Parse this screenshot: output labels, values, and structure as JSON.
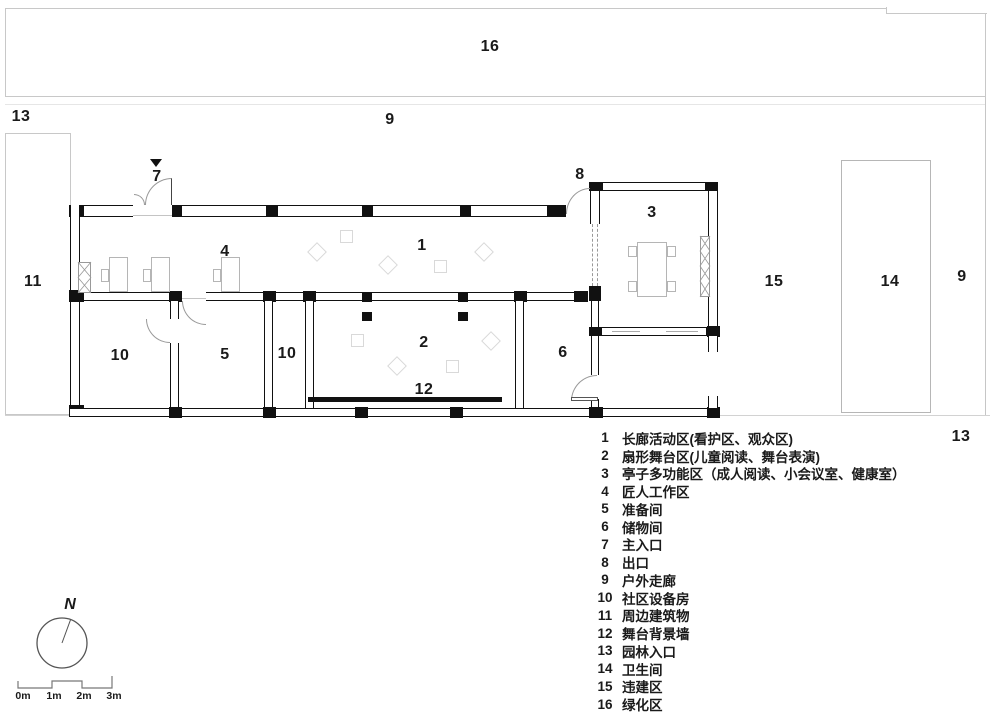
{
  "colors": {
    "wall": "#111111",
    "site_outline": "#c8c8c8",
    "door_arc": "#999999",
    "furniture_outline": "#b5b5b5",
    "decor_outline": "#d9d9d9",
    "text": "#1a1a1a"
  },
  "plan": {
    "north": "N",
    "labels": {
      "greening_top": "16",
      "garden_entrance_top": "13",
      "outdoor_corridor_top": "9",
      "main_entrance": "7",
      "exit": "8",
      "pavilion": "3",
      "surrounding_building": "11",
      "craftsman_area": "4",
      "corridor_activity": "1",
      "illegal_build_area": "15",
      "toilet": "14",
      "outdoor_corridor_right": "9",
      "equipment_room_left": "10",
      "prep_room": "5",
      "equipment_room_small": "10",
      "stage_area": "2",
      "storage_room": "6",
      "stage_back_wall": "12",
      "garden_entrance_bottom": "13"
    }
  },
  "legend": {
    "items": [
      {
        "num": "1",
        "label": "长廊活动区(看护区、观众区)"
      },
      {
        "num": "2",
        "label": "扇形舞台区(儿童阅读、舞台表演)"
      },
      {
        "num": "3",
        "label": "亭子多功能区（成人阅读、小会议室、健康室）"
      },
      {
        "num": "4",
        "label": "匠人工作区"
      },
      {
        "num": "5",
        "label": "准备间"
      },
      {
        "num": "6",
        "label": "储物间"
      },
      {
        "num": "7",
        "label": "主入口"
      },
      {
        "num": "8",
        "label": "出口"
      },
      {
        "num": "9",
        "label": "户外走廊"
      },
      {
        "num": "10",
        "label": "社区设备房"
      },
      {
        "num": "11",
        "label": "周边建筑物"
      },
      {
        "num": "12",
        "label": "舞台背景墙"
      },
      {
        "num": "13",
        "label": "园林入口"
      },
      {
        "num": "14",
        "label": "卫生间"
      },
      {
        "num": "15",
        "label": "违建区"
      },
      {
        "num": "16",
        "label": "绿化区"
      }
    ]
  },
  "scalebar": {
    "labels": [
      "0m",
      "1m",
      "2m",
      "3m"
    ]
  }
}
